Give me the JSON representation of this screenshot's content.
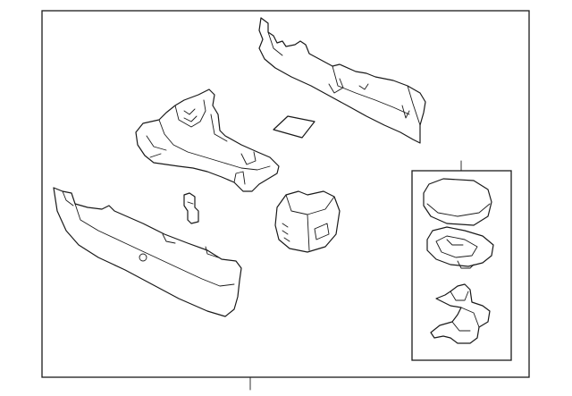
{
  "diagram": {
    "parts": [
      {
        "id": "main-frame"
      },
      {
        "id": "console-side-panel-right"
      },
      {
        "id": "console-bracket-assembly"
      },
      {
        "id": "small-pad"
      },
      {
        "id": "console-side-panel-left"
      },
      {
        "id": "small-clip"
      },
      {
        "id": "switch-housing"
      },
      {
        "id": "armrest-subassembly-box"
      },
      {
        "id": "armrest-lid"
      },
      {
        "id": "armrest-hinge-base"
      },
      {
        "id": "armrest-latch-bracket"
      }
    ]
  }
}
